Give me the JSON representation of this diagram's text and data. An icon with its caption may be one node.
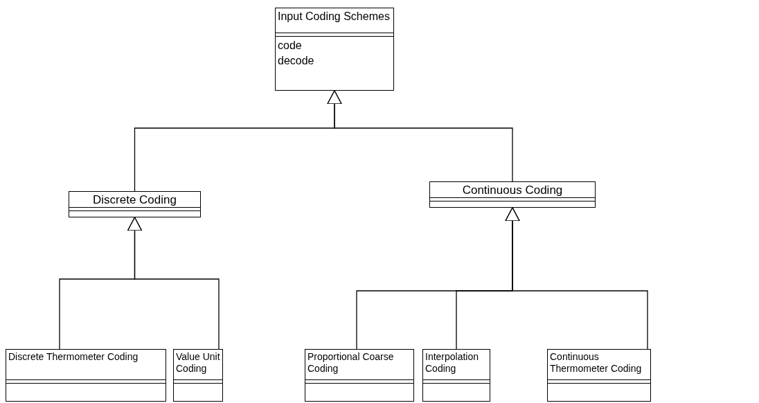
{
  "diagram": {
    "nodes": [
      {
        "text": [
          "Input Coding Schemes",
          "code",
          "decode"
        ]
      },
      {
        "text": [
          "Discrete Coding"
        ]
      },
      {
        "text": [
          "Continuous Coding"
        ]
      },
      {
        "text": [
          "Discrete Thermometer Coding"
        ]
      },
      {
        "text": [
          "Value Unit Coding"
        ]
      },
      {
        "text": [
          "Proportional Coarse Coding"
        ]
      },
      {
        "text": [
          "Interpolation Coding"
        ]
      },
      {
        "text": [
          "Continuous Thermometer Coding"
        ]
      }
    ],
    "edges": [
      {
        "from": 1,
        "to": 0,
        "arrow": "to"
      },
      {
        "from": 2,
        "to": 0,
        "arrow": "to"
      },
      {
        "from": 3,
        "to": 1,
        "arrow": "to"
      },
      {
        "from": 4,
        "to": 1,
        "arrow": "to"
      },
      {
        "from": 5,
        "to": 2,
        "arrow": "to"
      },
      {
        "from": 6,
        "to": 2,
        "arrow": "to"
      },
      {
        "from": 7,
        "to": 2,
        "arrow": "to"
      }
    ]
  }
}
